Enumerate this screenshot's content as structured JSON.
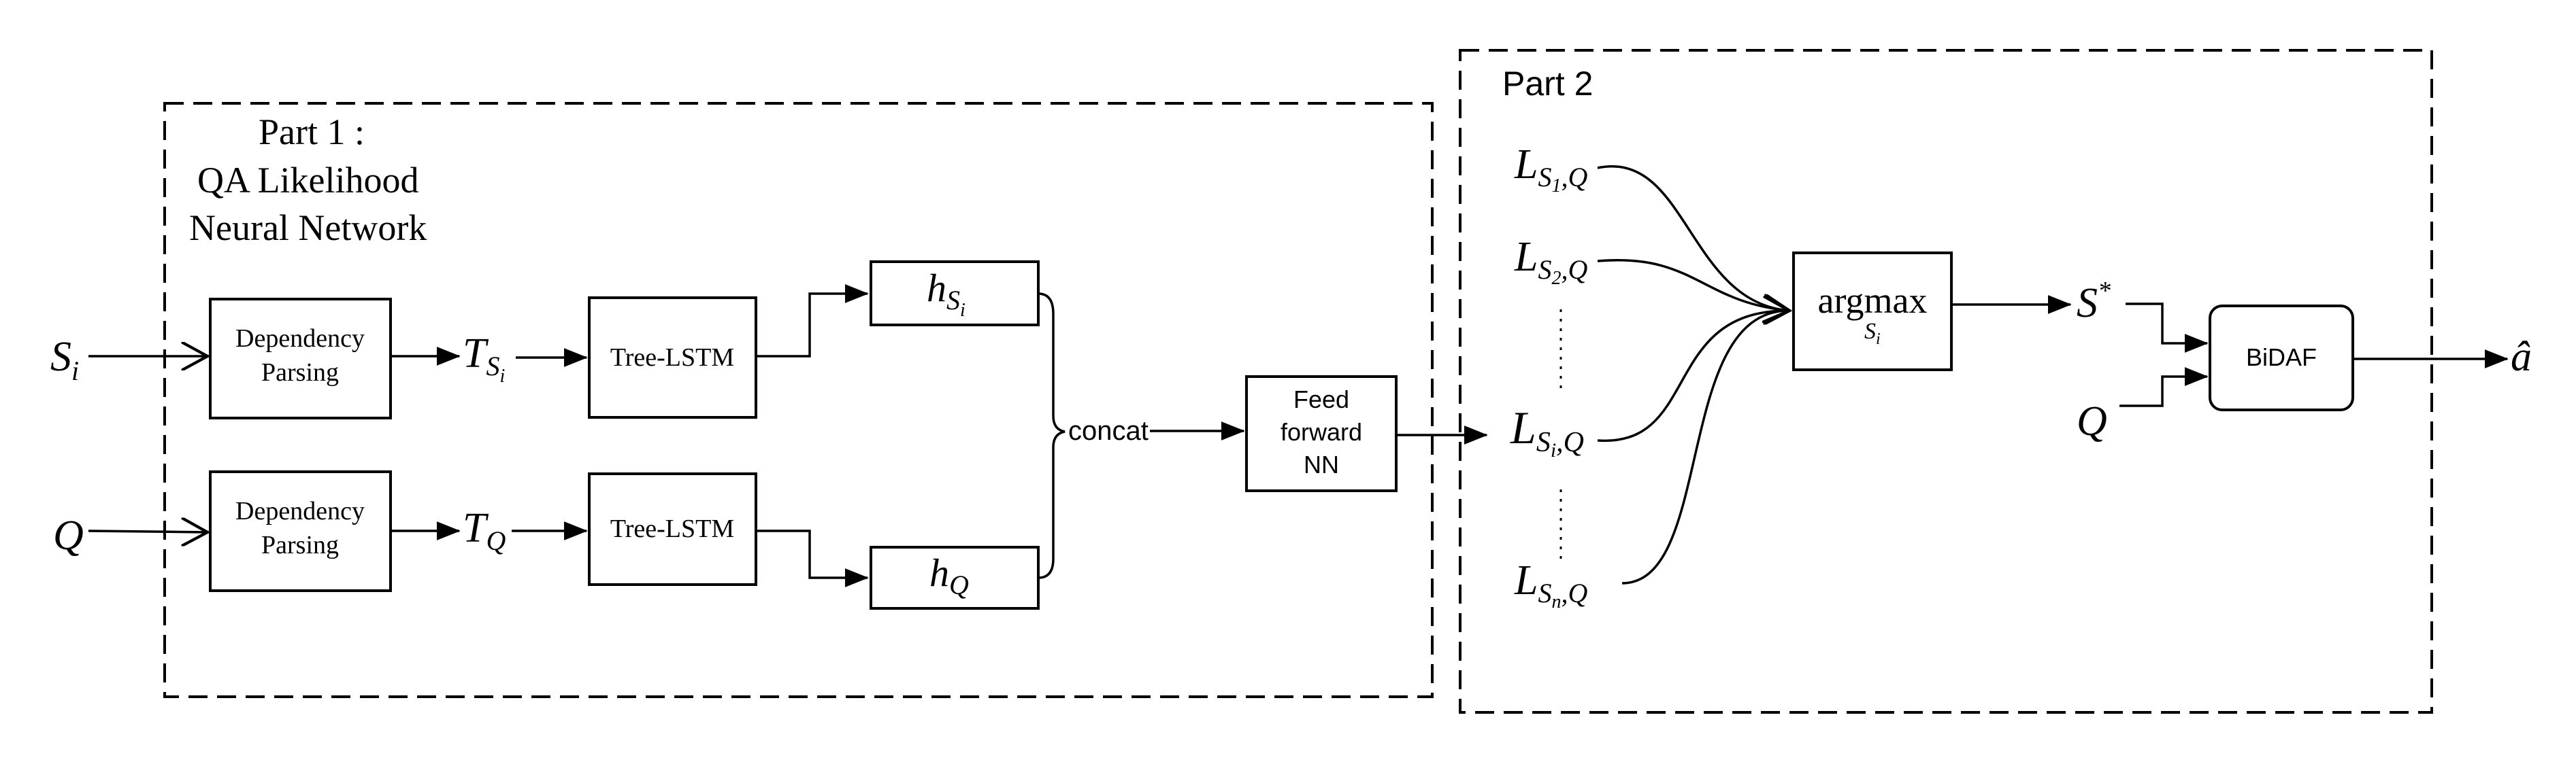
{
  "part1": {
    "title_line1": "Part 1 :",
    "title_line2": "QA Likelihood",
    "title_line3": "Neural Network"
  },
  "part2": {
    "title": "Part 2"
  },
  "inputs": {
    "si": {
      "base": "S",
      "sub": "i"
    },
    "q": "Q"
  },
  "dep_parsing_line1": "Dependency",
  "dep_parsing_line2": "Parsing",
  "tree_lstm": "Tree-LSTM",
  "t_si": {
    "base": "T",
    "sub": "S",
    "subsub": "i"
  },
  "t_q": {
    "base": "T",
    "sub": "Q"
  },
  "h_si": {
    "base": "h",
    "sub": "S",
    "subsub": "i"
  },
  "h_q": {
    "base": "h",
    "sub": "Q"
  },
  "concat": "concat",
  "ffnn": {
    "line1": "Feed",
    "line2": "forward",
    "line3": "NN"
  },
  "likelihoods": [
    {
      "base": "L",
      "sub": "S",
      "idx": "1",
      "q": ",Q"
    },
    {
      "base": "L",
      "sub": "S",
      "idx": "2",
      "q": ",Q"
    },
    {
      "base": "L",
      "sub": "S",
      "idx": "i",
      "q": ",Q"
    },
    {
      "base": "L",
      "sub": "S",
      "idx": "n",
      "q": ",Q"
    }
  ],
  "argmax": {
    "label": "argmax",
    "sub": "S",
    "subsub": "i"
  },
  "s_star": {
    "base": "S",
    "sup": "*"
  },
  "q_out": "Q",
  "bidaf": "BiDAF",
  "answer": "â"
}
